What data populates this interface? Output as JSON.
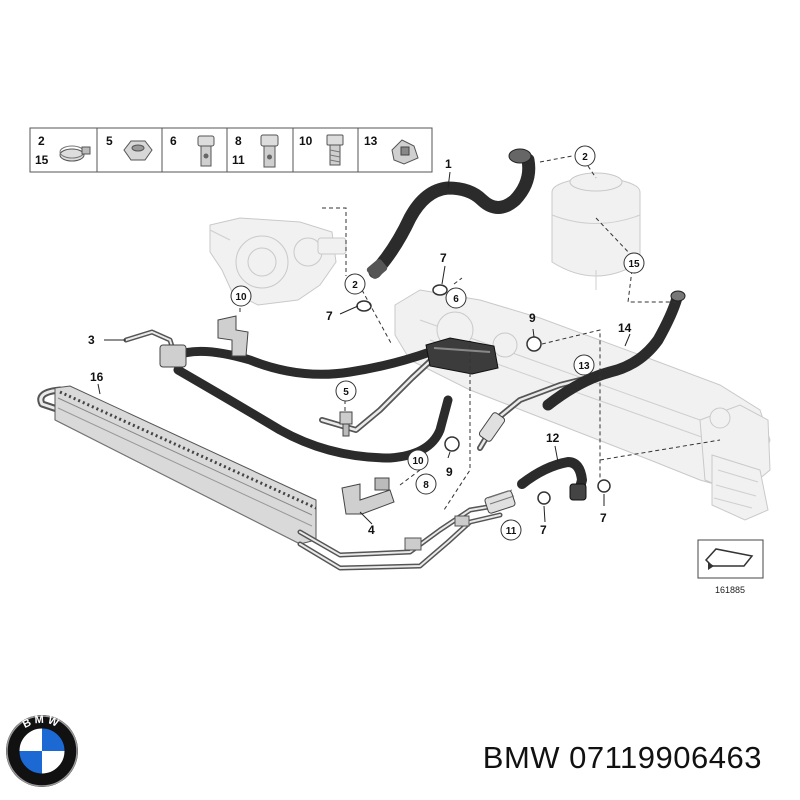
{
  "legend": {
    "cells": [
      {
        "numbers": [
          "2",
          "15"
        ],
        "icon": "hose-clamp-icon"
      },
      {
        "numbers": [
          "5"
        ],
        "icon": "nut-icon"
      },
      {
        "numbers": [
          "6"
        ],
        "icon": "hollow-bolt-icon"
      },
      {
        "numbers": [
          "8",
          "11"
        ],
        "icon": "hollow-bolt-icon"
      },
      {
        "numbers": [
          "10"
        ],
        "icon": "hex-bolt-icon"
      },
      {
        "numbers": [
          "13"
        ],
        "icon": "clip-icon"
      }
    ]
  },
  "callouts": {
    "c1": "1",
    "c2a": "2",
    "c2b": "2",
    "c3": "3",
    "c4": "4",
    "c5": "5",
    "c6": "6",
    "c7a": "7",
    "c7b": "7",
    "c7c": "7",
    "c7d": "7",
    "c8": "8",
    "c9a": "9",
    "c9b": "9",
    "c10a": "10",
    "c10b": "10",
    "c11": "11",
    "c12": "12",
    "c13": "13",
    "c14": "14",
    "c15": "15",
    "c16": "16"
  },
  "diagram_id": "161885",
  "brand": {
    "name": "BMW",
    "logo_letters": "BMW",
    "part_number_text": "BMW 07119906463",
    "colors": {
      "blue": "#1c69d4",
      "ring": "#111111"
    }
  }
}
